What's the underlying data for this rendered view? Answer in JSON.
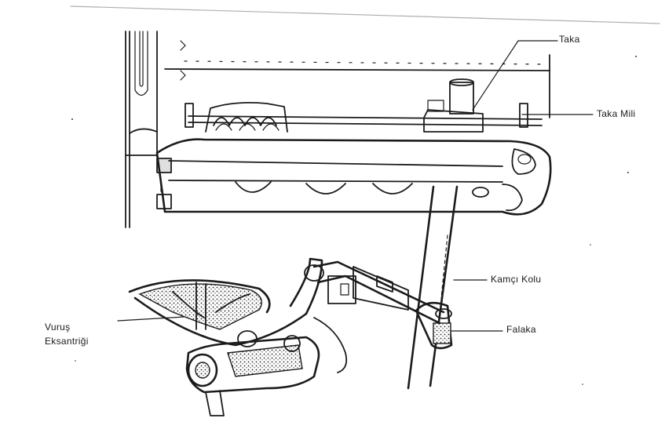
{
  "labels": {
    "taka": "Taka",
    "taka_mili": "Taka Mili",
    "kamci_kolu": "Kamçı Kolu",
    "falaka": "Falaka",
    "vurus_line1": "Vuruş",
    "vurus_line2": "Eksantriği"
  }
}
